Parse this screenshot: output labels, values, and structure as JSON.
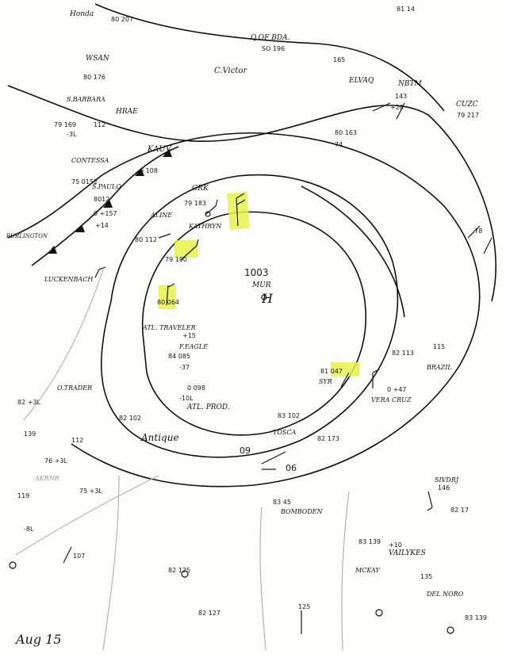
{
  "map": {
    "title": "Aug 15",
    "center": {
      "label": "MUR",
      "pressure": "1003"
    },
    "isobar_labels": [
      "09",
      "06"
    ],
    "colors": {
      "ink": "#151515",
      "highlight": "#e6f24a",
      "faint_ink": "#9a9a9a",
      "paper": "#fdfdfc"
    },
    "ships": {
      "honda": "Honda",
      "qofbda": "Q.OF BDA.",
      "cvictor": "C.Victor",
      "wsan": "WSAN",
      "sbarbara": "S.BARBARA",
      "hrae": "HRAE",
      "elvao": "ELVAQ",
      "nbtm": "NBTM",
      "cuzc": "CUZC",
      "kauv": "KAUV",
      "contessa": "CONTESSA",
      "spaulo": "S.PAULO",
      "burlington": "BURLINGTON",
      "grk": "GRK",
      "kathryn": "KATHRYN",
      "aline": "ALINE",
      "luckenbach": "LUCKENBACH",
      "atl_traveler": "ATL. TRAVELER",
      "feagle": "F.EAGLE",
      "atl_prod": "ATL. PROD.",
      "otrader": "O.TRADER",
      "antique": "Antique",
      "syr": "SYR",
      "brazil": "BRAZIL",
      "veracruz": "VERA CRUZ",
      "tosca": "TOSCA",
      "bomboden": "BOMBODEN",
      "akrnr": "AKRNR",
      "vailykes": "VAILYKES",
      "mckay": "MCKAY",
      "delnoro": "DEL NORO",
      "sivdrj": "SIVDRJ"
    },
    "obs": {
      "o1": "80 207",
      "o2": "81 14",
      "o3": "SO 196",
      "o4": "80 176",
      "o5": "165",
      "o6": "143",
      "o7": "79 169",
      "o8": "-3L",
      "o9": "112",
      "o10": "79 217",
      "o11": "80 163",
      "o12": "74",
      "o13": "0 108",
      "o14": "75 0152",
      "o15": "8012",
      "o16": "0 +157",
      "o17": "79 183",
      "o18": "80 112",
      "o19": "79 100",
      "o20": "80 064",
      "o21": "84 085",
      "o22": "-37",
      "o23": "0 098",
      "o24": "83 102",
      "o25": "82 102",
      "o26": "0 +47",
      "o27": "81 047",
      "o28": "115",
      "o29": "82 113",
      "o30": "82 +3L",
      "o31": "139",
      "o32": "119",
      "o33": "112",
      "o34": "83 45",
      "o35": "83 139",
      "o36": "82 125",
      "o37": "82 127",
      "o38": "125",
      "o39": "135",
      "o40": "83 139",
      "o41": "146",
      "o42": "82 17",
      "o43": "+10",
      "o44": "-8L",
      "o45": "107",
      "o46": "75 +3L",
      "o47": "76 +3L",
      "o48": "+15",
      "o49": "78",
      "o50": "82 173",
      "o51": "+14",
      "o52": "-10L",
      "o53": "+20"
    }
  }
}
